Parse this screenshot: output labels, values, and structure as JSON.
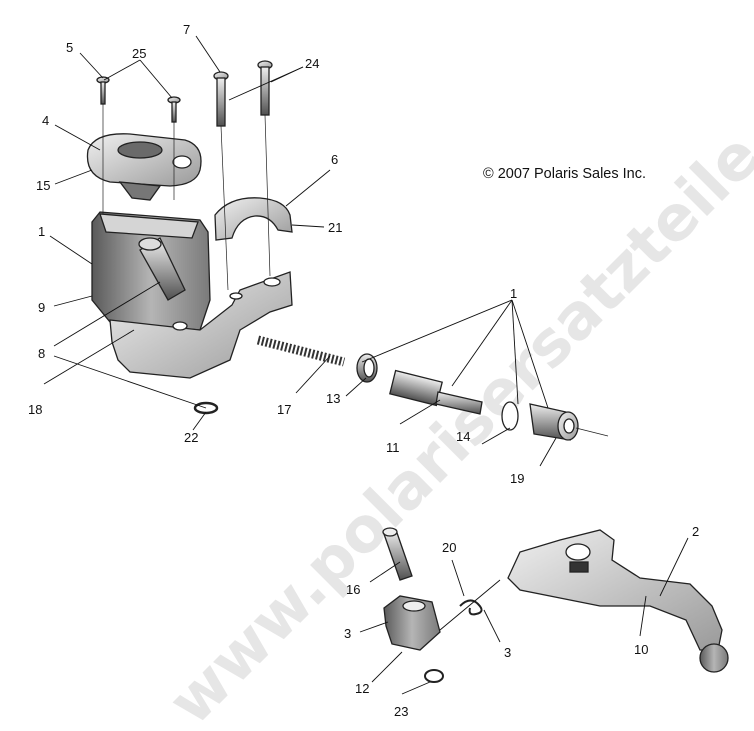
{
  "copyright": "© 2007 Polaris Sales Inc.",
  "watermark": "www.polarisersatzteile.de",
  "callouts": [
    "5",
    "25",
    "7",
    "24",
    "4",
    "15",
    "6",
    "21",
    "1",
    "9",
    "8",
    "18",
    "22",
    "17",
    "13",
    "11",
    "14",
    "19",
    "1",
    "2",
    "16",
    "20",
    "3",
    "3",
    "10",
    "12",
    "23"
  ]
}
